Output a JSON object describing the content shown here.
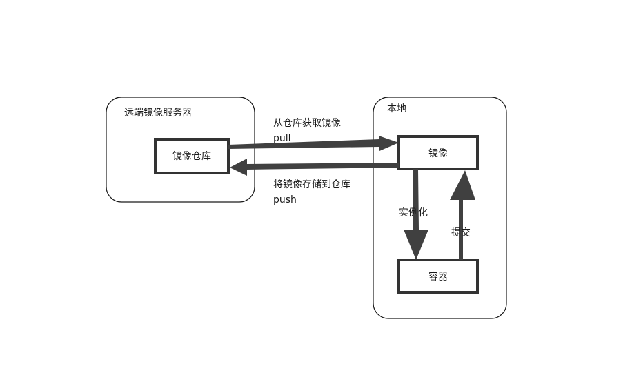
{
  "remote": {
    "title": "远端镜像服务器",
    "repository_label": "镜像仓库"
  },
  "local": {
    "title": "本地",
    "image_label": "镜像",
    "container_label": "容器"
  },
  "flows": {
    "pull_text": "从仓库获取镜像",
    "pull_cmd": "pull",
    "push_text": "将镜像存储到仓库",
    "push_cmd": "push",
    "instantiate": "实例化",
    "commit": "提交"
  },
  "colors": {
    "arrow": "#404040",
    "border": "#333333"
  }
}
